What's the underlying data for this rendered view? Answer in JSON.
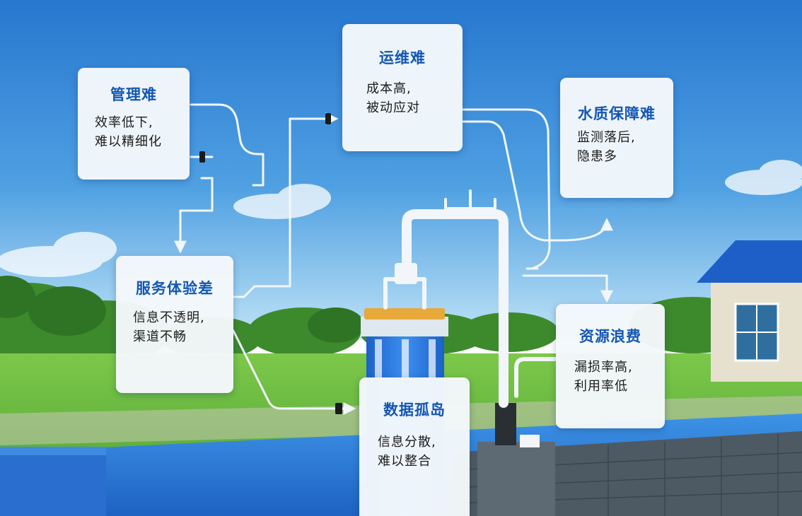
{
  "colors": {
    "sky_top": "#2b80d6",
    "sky_bottom": "#b7def4",
    "grass": "#5fb33c",
    "water": "#2f7fda",
    "title_blue": "#1457b3",
    "card_bg": "#f4f8fb",
    "pipe": "#f2f6fa"
  },
  "cards": [
    {
      "key": "management",
      "title": "管理难",
      "lines": [
        "效率低下,",
        "难以精细化"
      ]
    },
    {
      "key": "operation",
      "title": "运维难",
      "lines": [
        "成本高,",
        "被动应对"
      ]
    },
    {
      "key": "water_quality",
      "title": "水质保障难",
      "lines": [
        "监测落后,",
        "隐患多"
      ]
    },
    {
      "key": "service",
      "title": "服务体验差",
      "lines": [
        "信息不透明,",
        "渠道不畅"
      ]
    },
    {
      "key": "waste",
      "title": "资源浪费",
      "lines": [
        "漏损率高,",
        "利用率低"
      ]
    },
    {
      "key": "data_island",
      "title": "数据孤岛",
      "lines": [
        "信息分散,",
        "难以整合"
      ]
    }
  ]
}
